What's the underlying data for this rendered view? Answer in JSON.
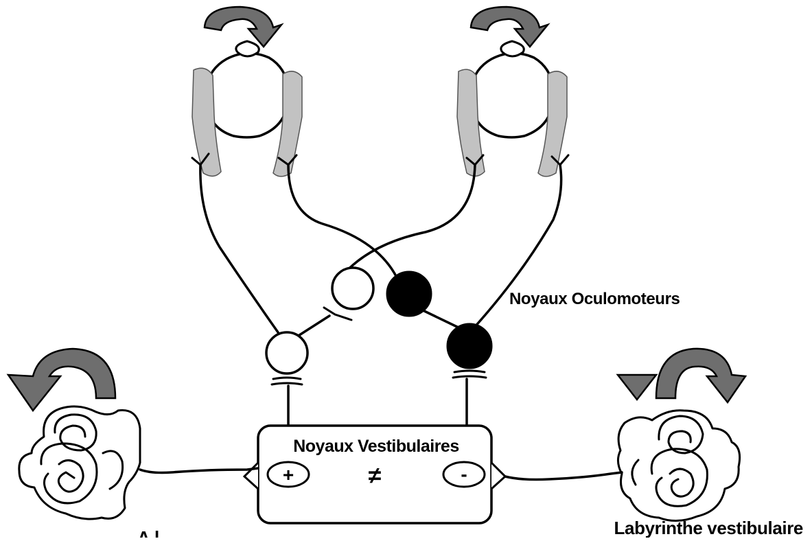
{
  "labels": {
    "oculomotor_nuclei": "Noyaux Oculomoteurs",
    "vestibular_nuclei": "Noyaux Vestibulaires",
    "vestibular_labyrinth": "Labyrinthe vestibulaire",
    "plus_sign": "+",
    "minus_sign": "-",
    "not_equal_sign": "≠",
    "cut_label": "A  l"
  },
  "colors": {
    "arrow": "#6e6e6e",
    "muscle": "#c2c2c2",
    "neuron_excitatory": "#ffffff",
    "neuron_inhibitory": "#000000",
    "line": "#000000"
  },
  "icons": [
    "rotation-arrow-icon",
    "head-rotation-arrow-icon",
    "eye-icon",
    "ear-labyrinth-icon",
    "neuron-icon"
  ]
}
